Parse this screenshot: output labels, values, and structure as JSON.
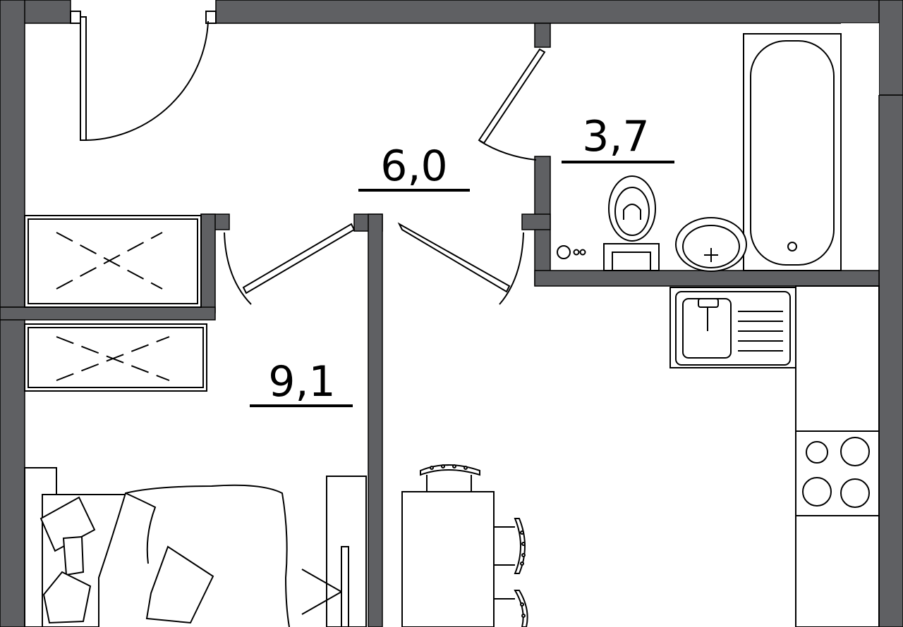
{
  "rooms": [
    {
      "name": "hallway",
      "area": "6,0"
    },
    {
      "name": "bathroom",
      "area": "3,7"
    },
    {
      "name": "room",
      "area": "9,1"
    }
  ],
  "colors": {
    "wall": "#5f6063",
    "line": "#000000",
    "floor": "#ffffff"
  },
  "icons": [
    "entrance-door-icon",
    "bathroom-door-icon",
    "room-door-icon",
    "kitchen-door-icon",
    "wardrobe-icon",
    "toilet-icon",
    "washbasin-icon",
    "bathtub-icon",
    "kitchen-sink-icon",
    "cooktop-icon",
    "dining-table-icon",
    "chair-icon",
    "bed-icon",
    "pillow-icon",
    "tv-stand-icon"
  ]
}
